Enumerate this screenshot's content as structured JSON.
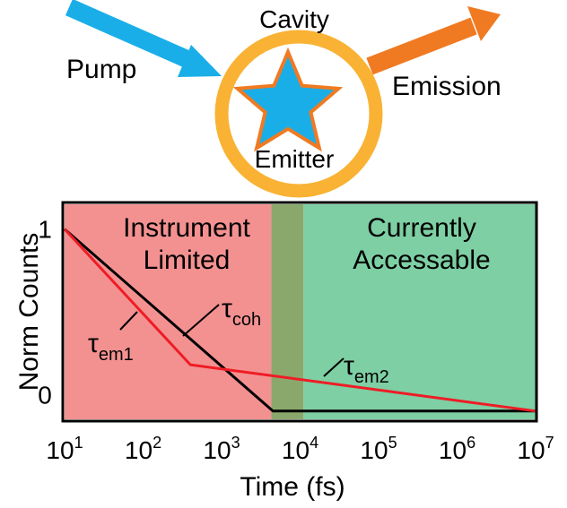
{
  "schematic": {
    "cavity_label": "Cavity",
    "emitter_label": "Emitter",
    "pump_label": "Pump",
    "emission_label": "Emission",
    "colors": {
      "pump_arrow": "#1aaee8",
      "emission_arrow": "#f07a22",
      "cavity_ring": "#f9b233",
      "star_fill": "#1aaee8",
      "star_outline": "#f07a22"
    },
    "icons": [
      "pump-arrow",
      "emission-arrow",
      "cavity-ring",
      "emitter-star"
    ]
  },
  "chart_data": {
    "type": "line",
    "xlabel": "Time (fs)",
    "ylabel": "Norm Counts",
    "xscale": "log",
    "xlim": [
      10,
      10000000
    ],
    "ylim": [
      -0.15,
      1.15
    ],
    "x_ticks": [
      {
        "base": "10",
        "exp": "1"
      },
      {
        "base": "10",
        "exp": "2"
      },
      {
        "base": "10",
        "exp": "3"
      },
      {
        "base": "10",
        "exp": "4"
      },
      {
        "base": "10",
        "exp": "5"
      },
      {
        "base": "10",
        "exp": "6"
      },
      {
        "base": "10",
        "exp": "7"
      }
    ],
    "y_ticks": [
      "1",
      "0"
    ],
    "regions": [
      {
        "label_line1": "Instrument",
        "label_line2": "Limited",
        "x_start": 10,
        "x_end": 4300,
        "color": "#f39191"
      },
      {
        "label_line1": "Currently",
        "label_line2": "Accessable",
        "x_start": 11000,
        "x_end": 10000000,
        "color": "#7ecfa4"
      },
      {
        "x_start": 4300,
        "x_end": 11000,
        "color": "#8ba86c"
      }
    ],
    "series": [
      {
        "color": "#000000",
        "points": [
          [
            10,
            1.0
          ],
          [
            4500,
            -0.1
          ],
          [
            10000000,
            -0.1
          ]
        ]
      },
      {
        "color": "#ee1c25",
        "points": [
          [
            10,
            1.0
          ],
          [
            400,
            0.18
          ],
          [
            10000000,
            -0.1
          ]
        ]
      }
    ],
    "annotations": [
      {
        "symbol": "τ",
        "subscript": "coh"
      },
      {
        "symbol": "τ",
        "subscript": "em1"
      },
      {
        "symbol": "τ",
        "subscript": "em2"
      }
    ],
    "grid": false,
    "legend": "none"
  }
}
